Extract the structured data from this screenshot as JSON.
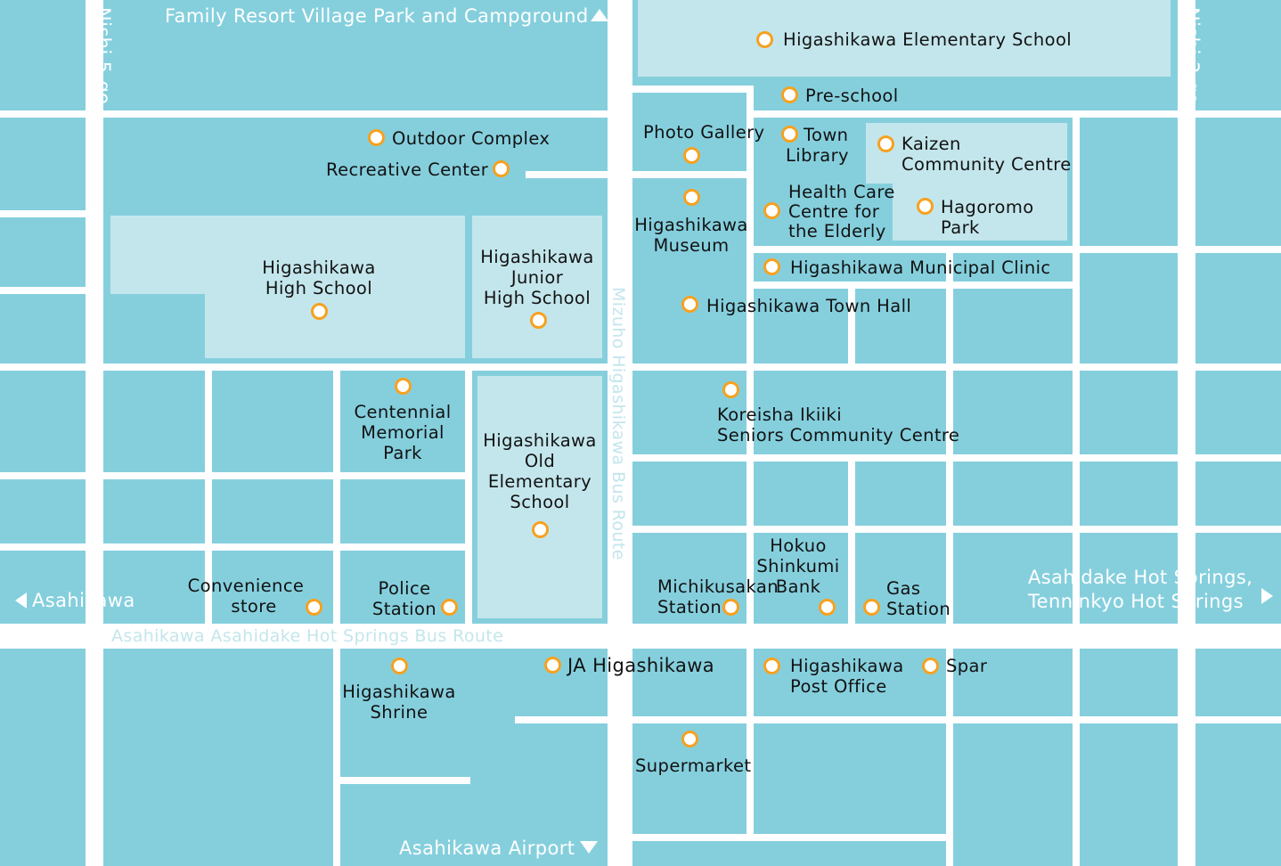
{
  "colors": {
    "block": "#85cfdd",
    "facility_area": "#c3e6ec",
    "road": "#ffffff",
    "marker_ring": "#f7a11f",
    "label_text": "#121212",
    "route_text": "#c3e6ec"
  },
  "marker_icon": "orange-ring-marker-icon",
  "streets": {
    "nishi5": "Nishi 5-go",
    "nishi3": "Nishi 3-go",
    "bus_route_vertical": "Mizuho Higashikawa Bus Route",
    "bus_route_horizontal": "Asahikawa Asahidake Hot Springs Bus Route"
  },
  "directions": {
    "north": "Family Resort Village Park and Campground",
    "west": "Asahikawa",
    "east_line1": "Asahidake Hot Springs,",
    "east_line2": "Tenninkyo Hot Springs",
    "south": "Asahikawa Airport"
  },
  "places": {
    "elementary_school": "Higashikawa Elementary School",
    "preschool": "Pre-school",
    "outdoor_complex": "Outdoor Complex",
    "recreative_center": "Recreative Center",
    "photo_gallery": "Photo Gallery",
    "town_library": [
      "Town",
      "Library"
    ],
    "kaizen": [
      "Kaizen",
      "Community Centre"
    ],
    "health_care": [
      "Health Care",
      "Centre for",
      "the Elderly"
    ],
    "hagoromo": [
      "Hagoromo",
      "Park"
    ],
    "museum": [
      "Higashikawa",
      "Museum"
    ],
    "high_school": [
      "Higashikawa",
      "High School"
    ],
    "junior_high": [
      "Higashikawa",
      "Junior",
      "High School"
    ],
    "clinic": "Higashikawa Municipal Clinic",
    "town_hall": "Higashikawa Town Hall",
    "memorial_park": [
      "Centennial",
      "Memorial",
      "Park"
    ],
    "old_elementary": [
      "Higashikawa",
      "Old",
      "Elementary",
      "School"
    ],
    "seniors_centre": [
      "Koreisha Ikiiki",
      "Seniors Community Centre"
    ],
    "convenience_store": [
      "Convenience",
      "store"
    ],
    "police": [
      "Police",
      "Station"
    ],
    "michikusakan": [
      "Michikusakan",
      "Station"
    ],
    "hokuo_bank": [
      "Hokuo",
      "Shinkumi",
      "Bank"
    ],
    "gas_station": [
      "Gas",
      "Station"
    ],
    "shrine": [
      "Higashikawa",
      "Shrine"
    ],
    "ja": "JA Higashikawa",
    "post_office": [
      "Higashikawa",
      "Post Office"
    ],
    "spar": "Spar",
    "supermarket": "Supermarket"
  }
}
